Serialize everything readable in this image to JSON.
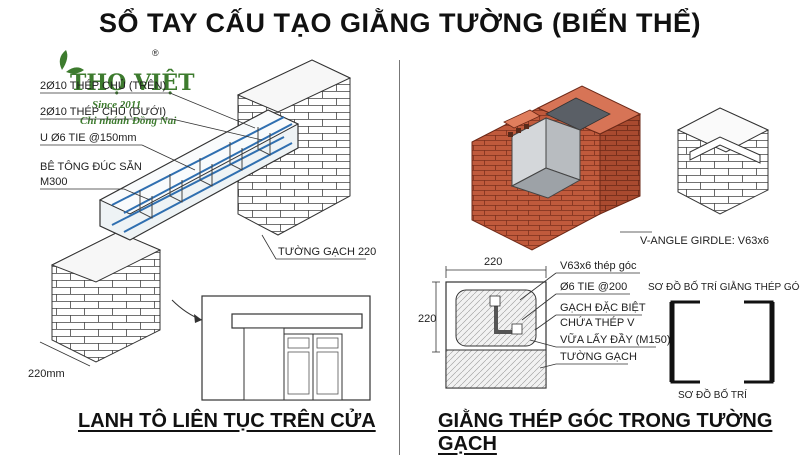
{
  "title": "SỔ TAY CẤU TẠO GIẰNG TƯỜNG (BIẾN THỂ)",
  "logo": {
    "brand": "THỌ VIỆT",
    "registered": "®",
    "since": "Since 2011",
    "branch": "Chi nhánh Đồng Nai"
  },
  "left": {
    "labels": {
      "top_rebar": "2Ø10 THÉP CHỦ (TRÊN)",
      "bottom_rebar": "2Ø10 THÉP CHỦ (DƯỚI)",
      "tie": "U Ø6 TIE @150mm",
      "concrete_line1": "BÊ TÔNG ĐÚC SẴN",
      "concrete_line2": "M300",
      "wall": "TƯỜNG GẠCH 220",
      "thickness": "220mm"
    },
    "caption": "LANH TÔ LIÊN TỤC TRÊN CỬA"
  },
  "right": {
    "vangle_label": "V-ANGLE GIRDLE: V63x6",
    "section": {
      "width_dim": "220",
      "height_dim": "220",
      "labels": [
        "V63x6 thép góc",
        "Ø6 TIE @200",
        "GẠCH ĐẶC BIỆT",
        "CHỨA THÉP V",
        "VỮA LẤY ĐẦY (M150)",
        "TƯỜNG GẠCH"
      ]
    },
    "plan": {
      "title": "SƠ ĐỒ BỐ TRÍ GIẰNG THÉP GÓC",
      "caption": "SƠ ĐỒ BỐ TRÍ"
    },
    "caption": "GIẰNG THÉP GÓC TRONG TƯỜNG GẠCH"
  },
  "colors": {
    "brick": "#c05a3c",
    "brick_dark": "#8e3b24",
    "steel": "#b8bcc0",
    "logo_green": "#3d7b2e",
    "rebar_blue": "#2f6fb0"
  }
}
